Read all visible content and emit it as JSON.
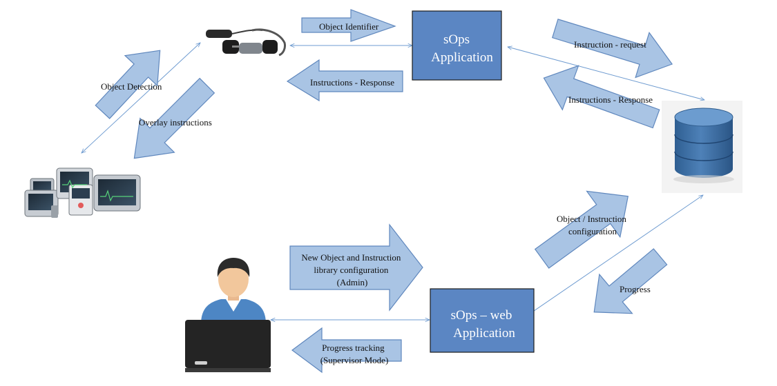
{
  "boxes": {
    "sops_app": {
      "line1": "sOps",
      "line2": "Application"
    },
    "sops_web": {
      "line1": "sOps – web",
      "line2": "Application"
    }
  },
  "arrow_labels": {
    "object_identifier": "Object Identifier",
    "instructions_response_left": "Instructions - Response",
    "instruction_request": "Instruction - request",
    "instructions_response_right": "Instructions - Response",
    "object_detection": "Object Detection",
    "overlay_instructions": "Overlay instructions",
    "new_object_config": [
      "New Object and Instruction",
      "library configuration",
      "(Admin)"
    ],
    "object_instruction_config": [
      "Object / Instruction",
      "configuration"
    ],
    "progress": "Progress",
    "progress_tracking": [
      "Progress tracking",
      "(Supervisor Mode)"
    ]
  },
  "icons": {
    "smart_glasses": "smart-glasses-icon",
    "medical_devices": "medical-monitors-icon",
    "database": "database-icon",
    "admin_user": "user-at-laptop-icon"
  },
  "colors": {
    "box_fill": "#5b86c3",
    "block_arrow_fill": "#a9c4e4",
    "block_arrow_stroke": "#5f87bd",
    "connector": "#6e9bd0"
  }
}
